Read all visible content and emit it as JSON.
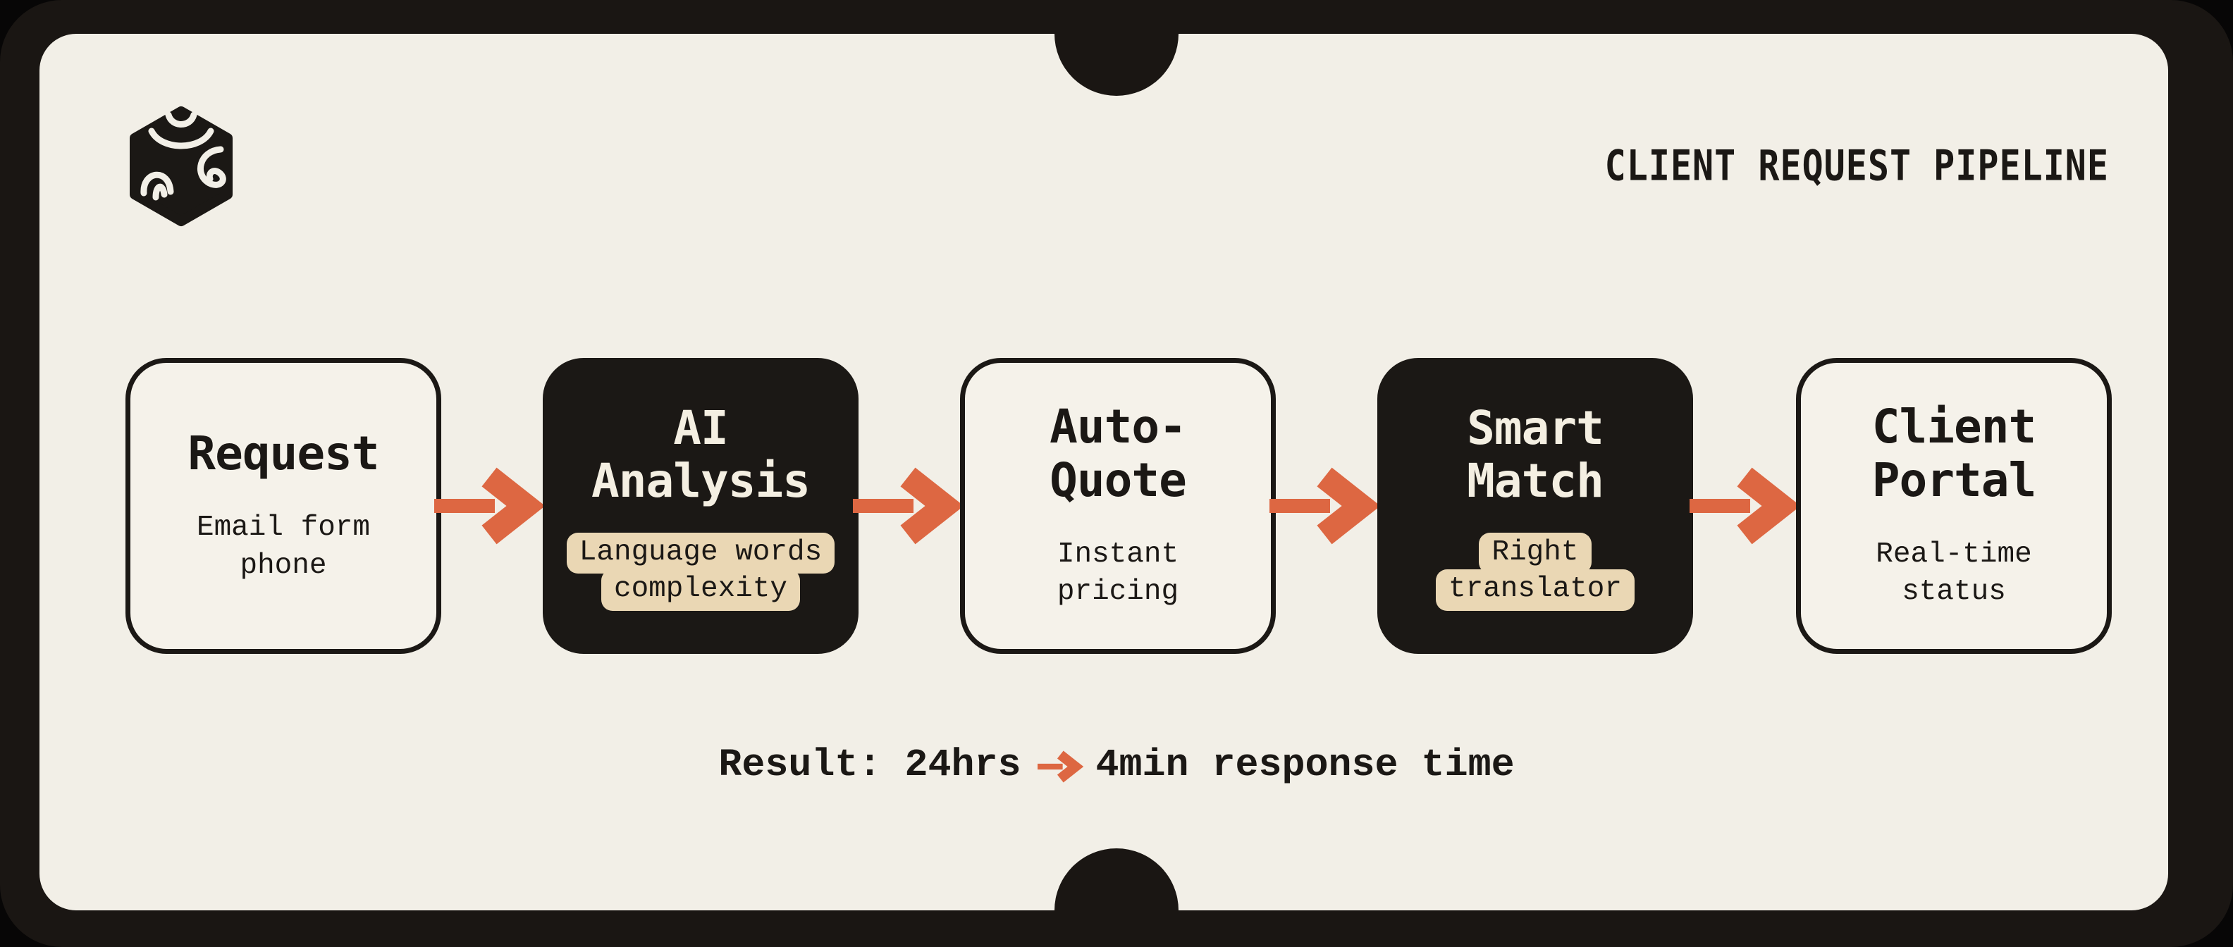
{
  "header": {
    "title": "CLIENT REQUEST PIPELINE"
  },
  "brand": {
    "logo_name": "abstract-cube-mark"
  },
  "colors": {
    "frame_dark": "#1a1613",
    "panel_cream": "#f2efe7",
    "card_dark": "#1b1815",
    "accent_orange": "#dd6742",
    "tag_beige": "#ead7b4",
    "text_dark": "#1b1815",
    "text_cream": "#f4efe2"
  },
  "pipeline": {
    "steps": [
      {
        "name": "request",
        "style": "light",
        "title_lines": [
          "Request"
        ],
        "subtitle_lines": [
          "Email form",
          "phone"
        ]
      },
      {
        "name": "ai-analysis",
        "style": "dark",
        "title_lines": [
          "AI",
          "Analysis"
        ],
        "tag_lines": [
          "Language words",
          "complexity"
        ]
      },
      {
        "name": "auto-quote",
        "style": "light",
        "title_lines": [
          "Auto-",
          "Quote"
        ],
        "subtitle_lines": [
          "Instant",
          "pricing"
        ]
      },
      {
        "name": "smart-match",
        "style": "dark",
        "title_lines": [
          "Smart",
          "Match"
        ],
        "tag_lines": [
          "Right",
          "translator"
        ]
      },
      {
        "name": "client-portal",
        "style": "light",
        "title_lines": [
          "Client",
          "Portal"
        ],
        "subtitle_lines": [
          "Real-time",
          "status"
        ]
      }
    ]
  },
  "result": {
    "prefix": "Result: 24hrs",
    "suffix": "4min response time"
  }
}
